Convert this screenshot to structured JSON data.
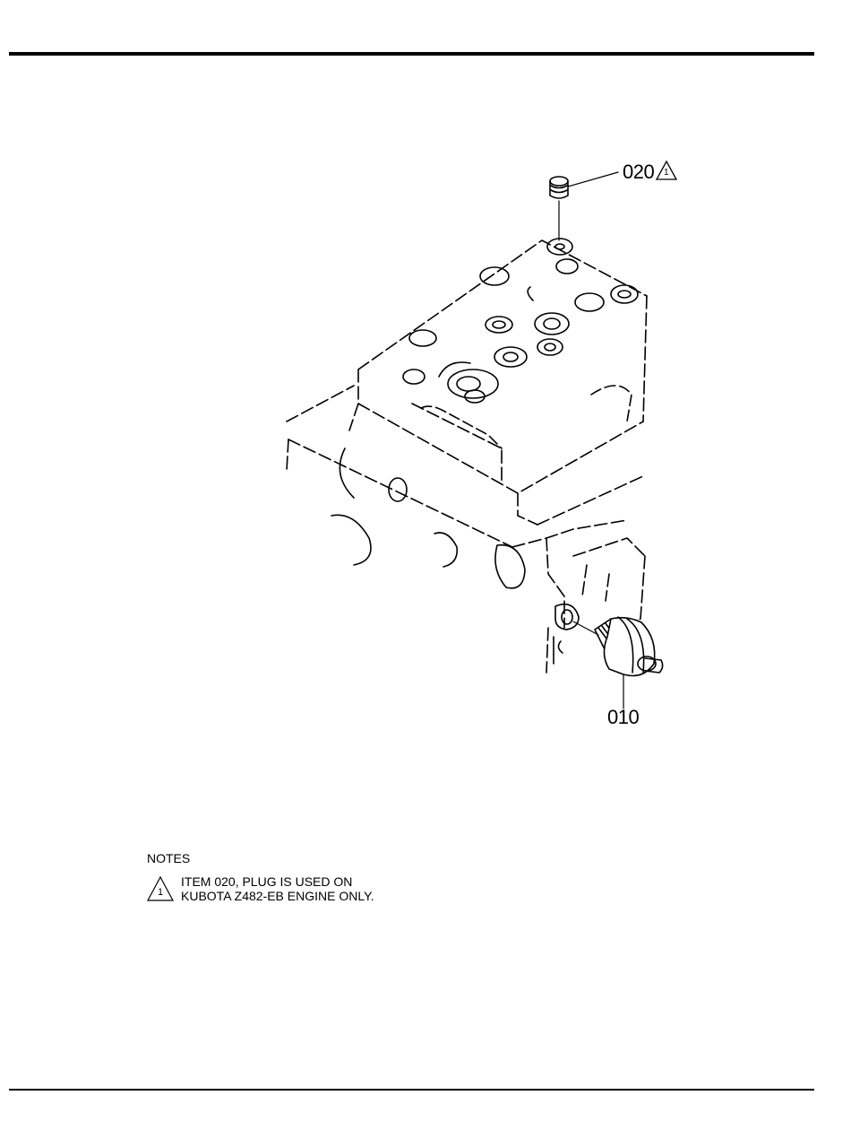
{
  "callouts": {
    "item_020": {
      "number": "020",
      "flag": "1"
    },
    "item_010": {
      "number": "010"
    }
  },
  "notes": {
    "title": "NOTES",
    "items": [
      {
        "flag": "1",
        "line1": "ITEM 020, PLUG IS USED ON",
        "line2": "KUBOTA Z482-EB ENGINE ONLY."
      }
    ]
  }
}
